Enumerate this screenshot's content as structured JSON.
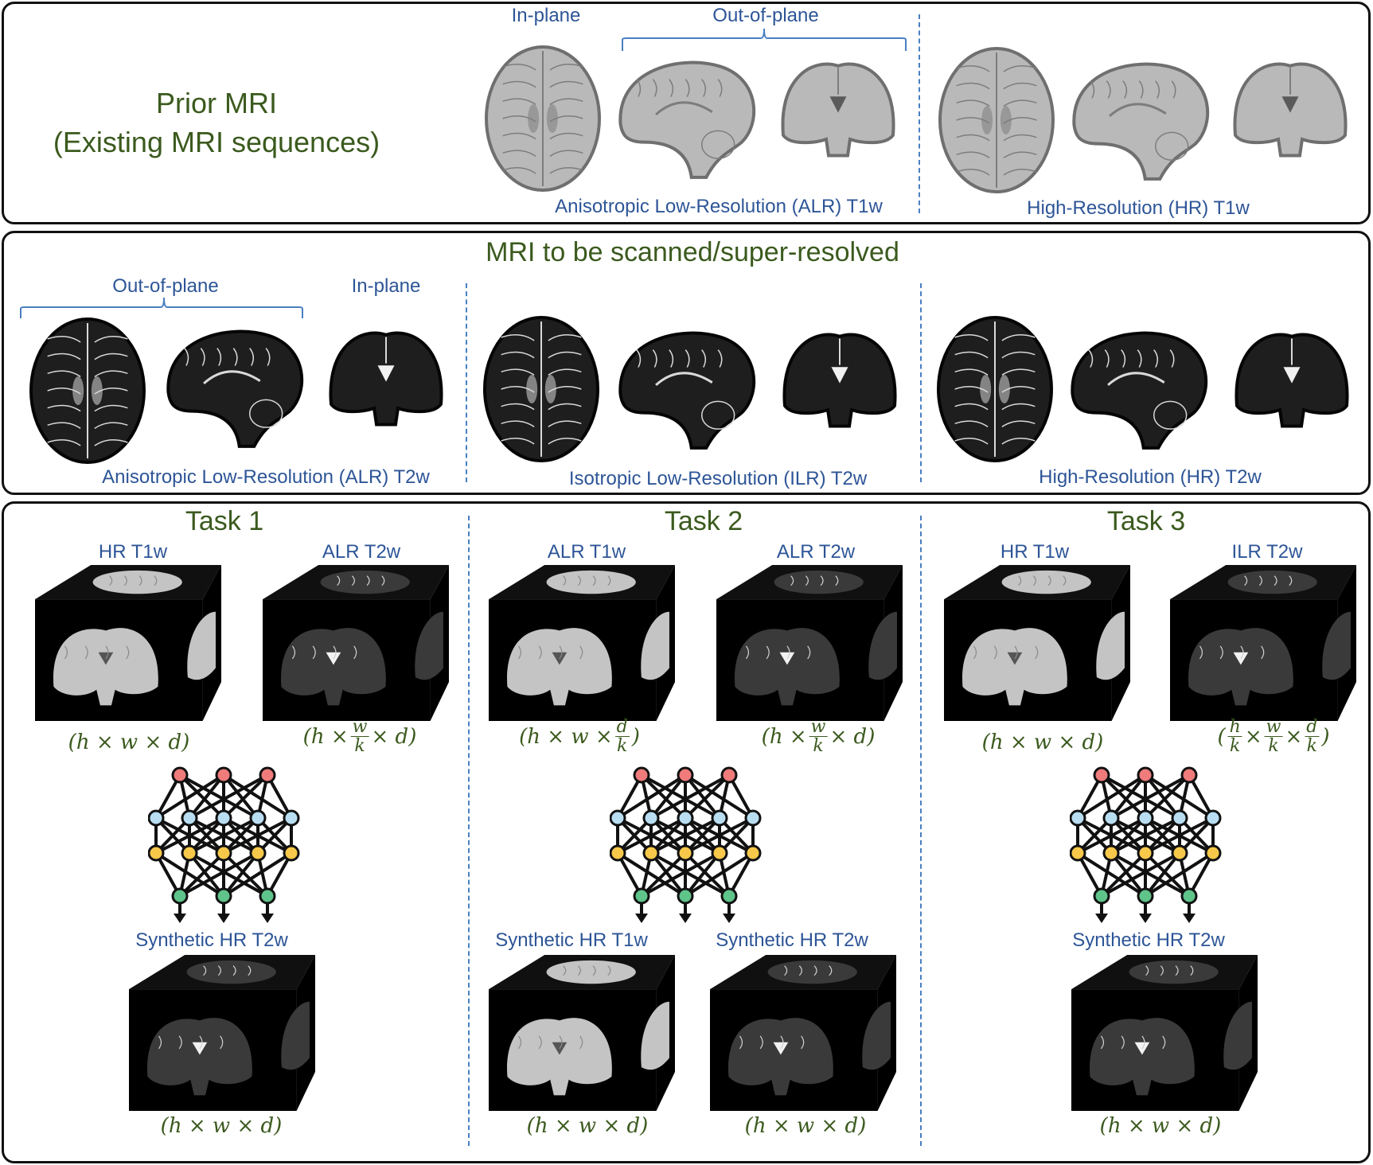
{
  "prior": {
    "title_line1": "Prior MRI",
    "title_line2": "(Existing MRI sequences)",
    "in_plane": "In-plane",
    "out_of_plane": "Out-of-plane",
    "alr_caption": "Anisotropic Low-Resolution (ALR) T1w",
    "hr_caption": "High-Resolution (HR) T1w"
  },
  "scan": {
    "title": "MRI to be scanned/super-resolved",
    "out_of_plane": "Out-of-plane",
    "in_plane": "In-plane",
    "alr_caption": "Anisotropic Low-Resolution (ALR) T2w",
    "ilr_caption": "Isotropic Low-Resolution (ILR) T2w",
    "hr_caption": "High-Resolution (HR) T2w"
  },
  "tasks": [
    {
      "title": "Task 1",
      "input_a": "HR T1w",
      "input_b": "ALR T2w",
      "dims_a": "(h × w × d)",
      "dims_b": "(h × w/k × d)",
      "outputs": [
        "Synthetic HR T2w"
      ],
      "output_dims": [
        "(h × w × d)"
      ]
    },
    {
      "title": "Task 2",
      "input_a": "ALR T1w",
      "input_b": "ALR T2w",
      "dims_a": "(h × w × d/k)",
      "dims_b": "(h × w/k × d)",
      "outputs": [
        "Synthetic HR T1w",
        "Synthetic HR T2w"
      ],
      "output_dims": [
        "(h × w × d)",
        "(h × w × d)"
      ]
    },
    {
      "title": "Task 3",
      "input_a": "HR T1w",
      "input_b": "ILR T2w",
      "dims_a": "(h × w × d)",
      "dims_b": "(h/k × w/k × d/k)",
      "outputs": [
        "Synthetic HR T2w"
      ],
      "output_dims": [
        "(h × w × d)"
      ]
    }
  ],
  "math_glyphs": {
    "h": "h",
    "w": "w",
    "d": "d",
    "k": "k",
    "times": "×",
    "open": "(",
    "close": ")"
  },
  "colors": {
    "label_blue": "#2d5597",
    "title_green": "#3b5a1e",
    "dash_blue": "#4a7fc1",
    "node_red": "#f07b7b",
    "node_blue": "#b9def2",
    "node_yellow": "#f7c84a",
    "node_green": "#5fc48a"
  },
  "icons": [
    "brain-slice-icon",
    "mri-cube-icon",
    "neural-network-icon"
  ]
}
